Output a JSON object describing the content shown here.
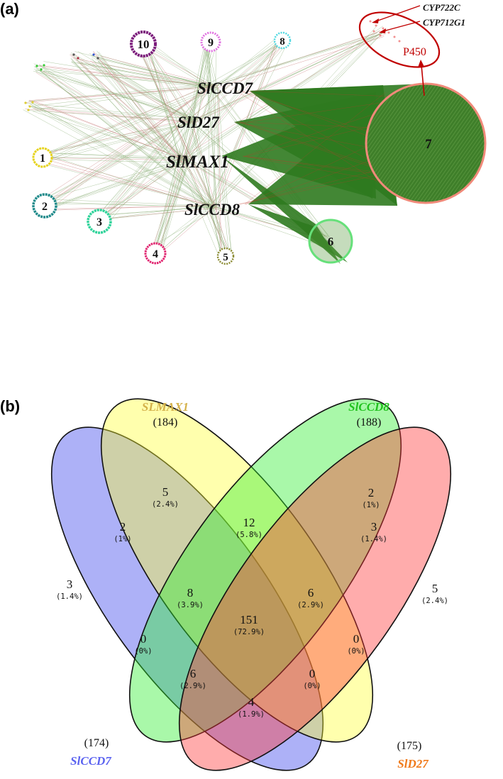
{
  "panel_a": {
    "label": "(a)",
    "hubs": [
      "SlCCD7",
      "SlD27",
      "SlMAX1",
      "SlCCD8"
    ],
    "modules": [
      {
        "id": "1",
        "color": "#e6d31a"
      },
      {
        "id": "2",
        "color": "#1f8a8a"
      },
      {
        "id": "3",
        "color": "#2fd39a"
      },
      {
        "id": "4",
        "color": "#e0226e"
      },
      {
        "id": "5",
        "color": "#8a8a30"
      },
      {
        "id": "6",
        "color": "#66e07a"
      },
      {
        "id": "7",
        "color": "#f08080"
      },
      {
        "id": "8",
        "color": "#4fd8e0"
      },
      {
        "id": "9",
        "color": "#e070e0"
      },
      {
        "id": "10",
        "color": "#7a1a7a"
      }
    ],
    "annotations": {
      "gene_1": "CYP722C",
      "gene_2": "CYP712G1",
      "family": "P450"
    },
    "colors": {
      "edge": "#2f7a1f",
      "accent": "#c00000"
    }
  },
  "panel_b": {
    "label": "(b)",
    "sets": [
      {
        "name": "SlCCD7",
        "total": "(174)",
        "color": "#5b63f0"
      },
      {
        "name": "SLMAX1",
        "total": "(184)",
        "color": "#d4b14a"
      },
      {
        "name": "SlCCD8",
        "total": "(188)",
        "color": "#22c21f"
      },
      {
        "name": "SlD27",
        "total": "(175)",
        "color": "#f07a1a"
      }
    ],
    "regions": [
      {
        "count": "5",
        "pct": "(2.4%)"
      },
      {
        "count": "2",
        "pct": "(1%)"
      },
      {
        "count": "3",
        "pct": "(1.4%)"
      },
      {
        "count": "5",
        "pct": "(2.4%)"
      },
      {
        "count": "12",
        "pct": "(5.8%)"
      },
      {
        "count": "2",
        "pct": "(1%)"
      },
      {
        "count": "3",
        "pct": "(1.4%)"
      },
      {
        "count": "8",
        "pct": "(3.9%)"
      },
      {
        "count": "6",
        "pct": "(2.9%)"
      },
      {
        "count": "151",
        "pct": "(72.9%)"
      },
      {
        "count": "0",
        "pct": "(0%)"
      },
      {
        "count": "0",
        "pct": "(0%)"
      },
      {
        "count": "6",
        "pct": "(2.9%)"
      },
      {
        "count": "0",
        "pct": "(0%)"
      },
      {
        "count": "4",
        "pct": "(1.9%)"
      }
    ]
  }
}
